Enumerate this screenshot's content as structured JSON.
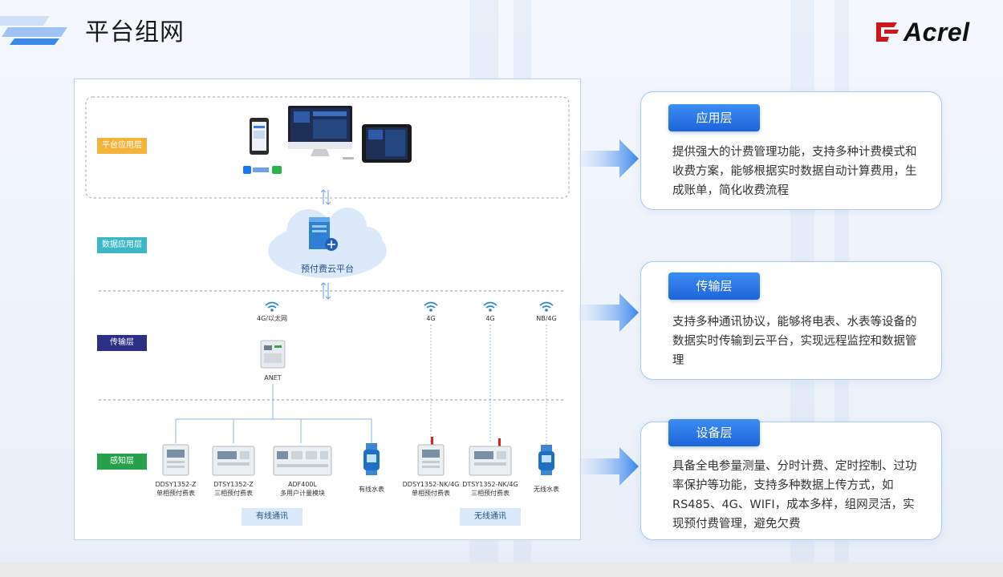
{
  "header": {
    "title": "平台组网",
    "logo": "Acrel"
  },
  "diagram": {
    "layers": {
      "platform": "平台应用层",
      "data": "数据应用层",
      "transport": "传输层",
      "sensing": "感知层"
    },
    "cloud_label": "预付费云平台",
    "network_labels": {
      "ethernet": "4G/以太网",
      "g4a": "4G",
      "g4b": "4G",
      "nb": "NB/4G"
    },
    "gateway": "ANET",
    "devices": [
      {
        "model": "DDSY1352-Z",
        "desc": "单相预付费表"
      },
      {
        "model": "DTSY1352-Z",
        "desc": "三相预付费表"
      },
      {
        "model": "ADF400L",
        "desc": "多用户计量模块"
      },
      {
        "model": "",
        "desc": "有线水表"
      },
      {
        "model": "DDSY1352-NK/4G",
        "desc": "单相预付费表"
      },
      {
        "model": "DTSY1352-NK/4G",
        "desc": "三相预付费表"
      },
      {
        "model": "",
        "desc": "无线水表"
      }
    ],
    "comm": {
      "wired": "有线通讯",
      "wireless": "无线通讯"
    }
  },
  "cards": [
    {
      "title": "应用层",
      "text": "提供强大的计费管理功能，支持多种计费模式和收费方案，能够根据实时数据自动计算费用，生成账单，简化收费流程"
    },
    {
      "title": "传输层",
      "text": "支持多种通讯协议，能够将电表、水表等设备的数据实时传输到云平台，实现远程监控和数据管理"
    },
    {
      "title": "设备层",
      "text": "具备全电参量测量、分时计费、定时控制、过功率保护等功能，支持多种数据上传方式，如RS485、4G、WIFI，成本多样，组网灵活，实现预付费管理，避免欠费"
    }
  ],
  "colors": {
    "accent": "#1d64d8",
    "platform_tag": "#f6b33a",
    "data_tag": "#3cb7c7",
    "transport_tag": "#2b2f86",
    "sensing_tag": "#26a04a"
  }
}
